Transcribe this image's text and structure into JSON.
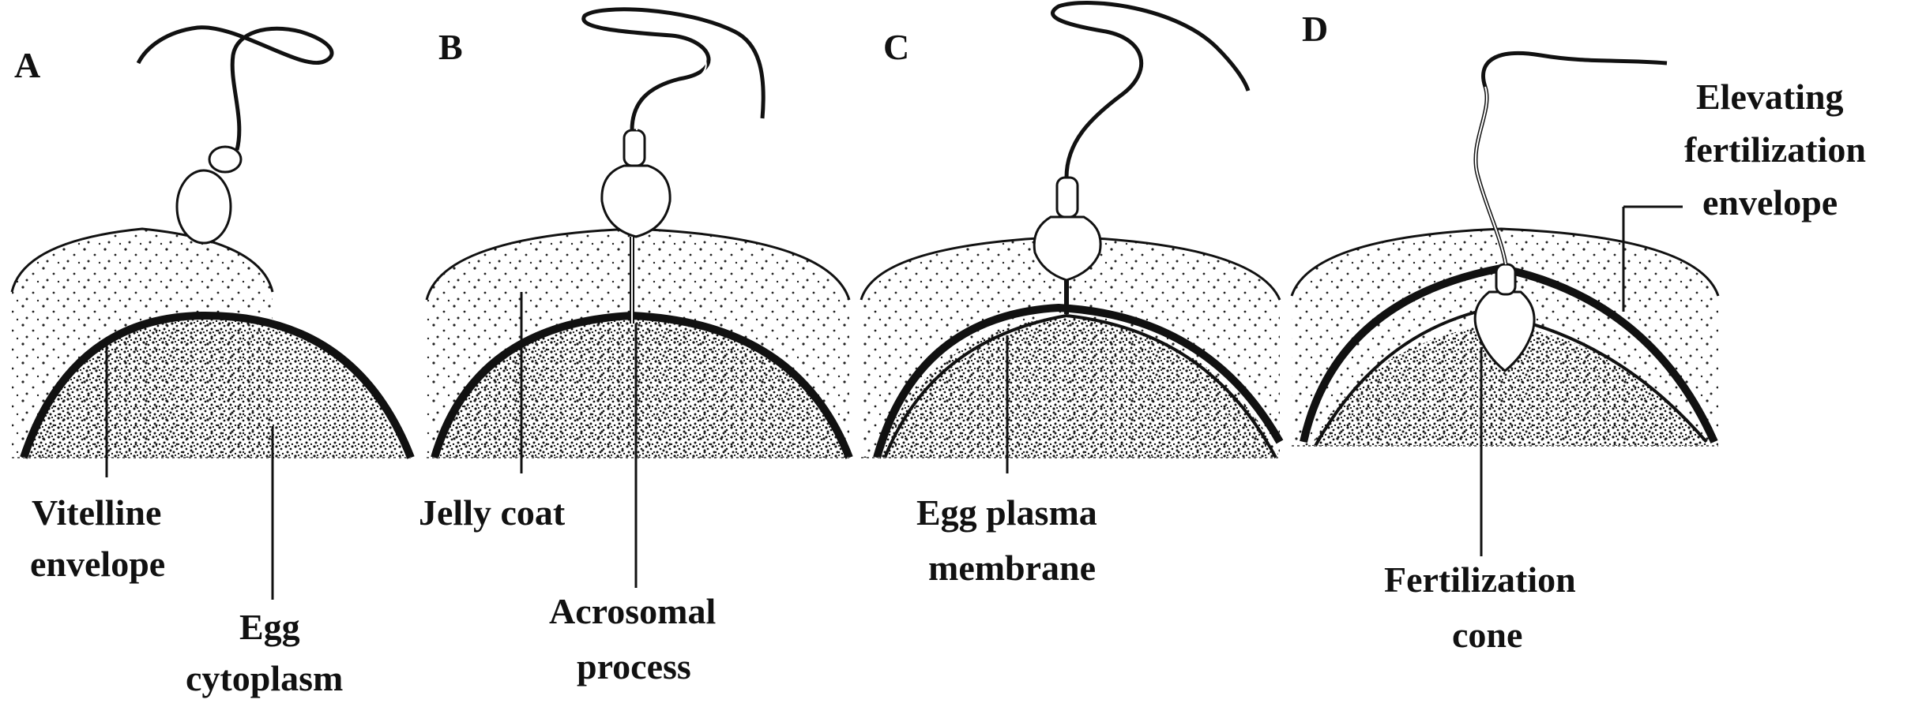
{
  "panels": [
    {
      "letter": "A"
    },
    {
      "letter": "B"
    },
    {
      "letter": "C"
    },
    {
      "letter": "D"
    }
  ],
  "labels": {
    "vitelline_envelope": [
      "Vitelline",
      "envelope"
    ],
    "egg_cytoplasm": [
      "Egg",
      "cytoplasm"
    ],
    "jelly_coat": [
      "Jelly coat"
    ],
    "acrosomal_process": [
      "Acrosomal",
      "process"
    ],
    "egg_plasma_membrane": [
      "Egg plasma",
      "membrane"
    ],
    "fertilization_cone": [
      "Fertilization",
      "cone"
    ],
    "elevating_fertilization_envelope": [
      "Elevating",
      "fertilization",
      "envelope"
    ]
  },
  "colors": {
    "ink": "#111111",
    "background": "#ffffff"
  }
}
